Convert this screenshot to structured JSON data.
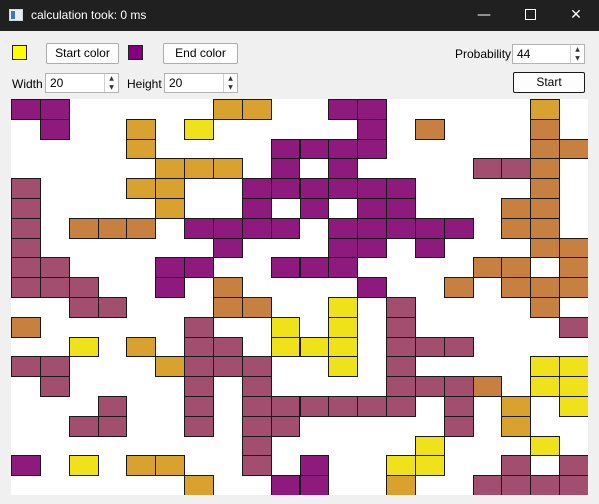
{
  "window": {
    "title": "calculation took: 0 ms"
  },
  "titlebar": {
    "min_glyph": "—",
    "close_glyph": "✕"
  },
  "toolbar": {
    "start_color_label": "Start color",
    "end_color_label": "End color",
    "start_color": "#ffff00",
    "end_color": "#800080",
    "probability_label": "Probability",
    "probability_value": "44",
    "width_label": "Width",
    "width_value": "20",
    "height_label": "Height",
    "height_value": "20",
    "start_label": "Start",
    "spin_up_glyph": "▲",
    "spin_down_glyph": "▼"
  },
  "grid": {
    "columns": 20,
    "rows": 20,
    "rows_visible": 20,
    "colors": {
      "p": "#8e1a7e",
      "m": "#a24e6e",
      "r": "#b06050",
      "o": "#c78040",
      "g": "#d9a22e",
      "y": "#f0e21a",
      "Y": "#f8f000"
    },
    "cells": [
      "pp.....gg..pp.....g.",
      ".p..g.y.....p.o...o.",
      "....g....pppp.....oo",
      ".....ggg.p.p....mmo.",
      "m...gg..pppppp....o.",
      "m....g..p.p.pp...oo.",
      "m.ooo.pppp.ppppp.oo.",
      "m......p...pp.p...oo",
      "mm...pp..ppp....oo.o",
      "mmm..p.o....p..o.ooo",
      "..mm...oo..y.m....o.",
      "o.....m..y.y.m.....m",
      "..y.g.mm.yyy.mmm....",
      "mm...gmmm..y.m....yy",
      ".m....m.m....mmmo.yy",
      "...m..m.mmmmmm.m.g.y",
      "..mm..m.mm.....m.g..",
      "........m.....y...y.",
      "p.y.gg..m.p..yy..m.m",
      "......g..pp..g..mmmm"
    ]
  }
}
